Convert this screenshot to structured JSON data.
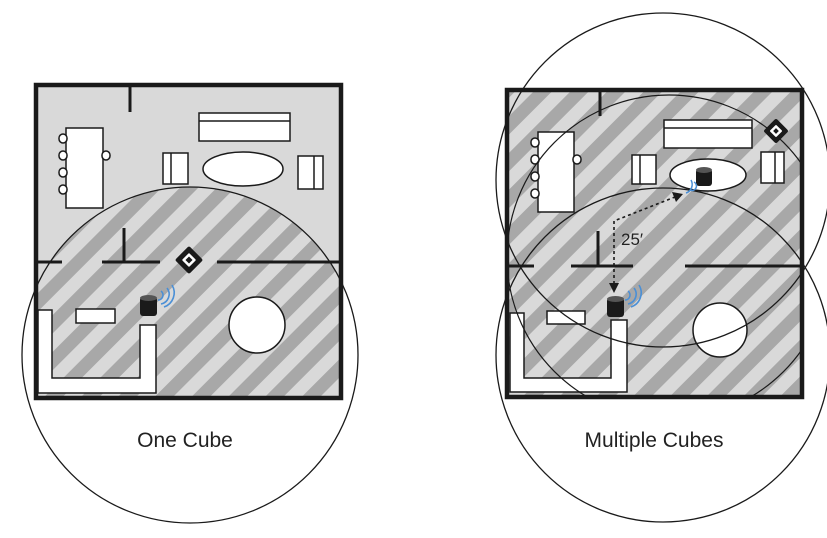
{
  "panels": [
    {
      "caption": "One Cube"
    },
    {
      "caption": "Multiple Cubes",
      "distance_label": "25′"
    }
  ],
  "colors": {
    "floor": "#d9d9d9",
    "stripe": "#a8a8a8",
    "wall": "#1a1a1a",
    "signal": "#4a8fd6",
    "furniture": "#ffffff"
  },
  "icons": [
    "cube-icon",
    "robot-vacuum-icon",
    "wifi-signal-icon"
  ]
}
